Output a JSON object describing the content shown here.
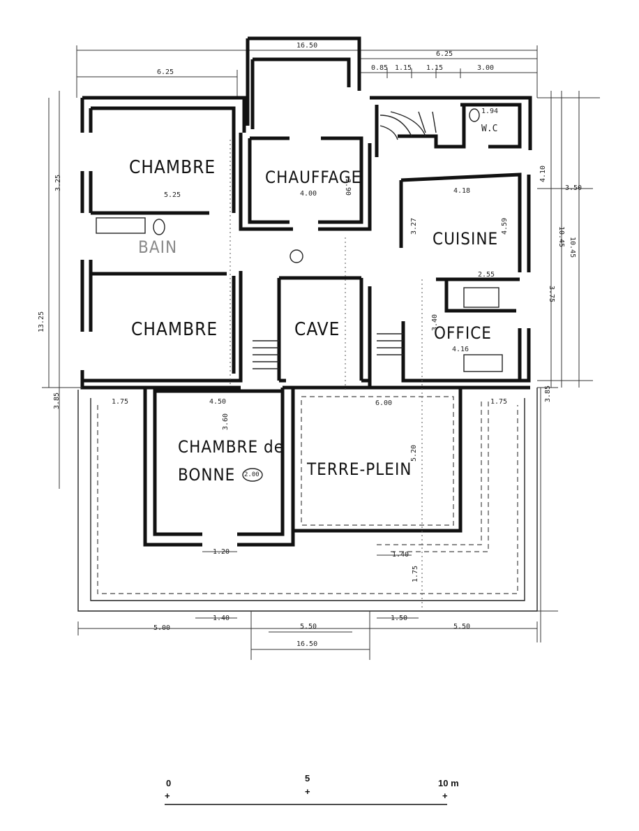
{
  "rooms": {
    "chambre_1": "CHAMBRE",
    "chauffage": "CHAUFFAGE",
    "bain": "BAIN",
    "chambre_2": "CHAMBRE",
    "cave": "CAVE",
    "cuisine": "CUISINE",
    "office": "OFFICE",
    "wc": "W.C",
    "chambre_bonne_line1": "CHAMBRE de",
    "chambre_bonne_line2": "BONNE",
    "terre_plein": "TERRE-PLEIN"
  },
  "dimensions": {
    "top_total": "16.50",
    "top_left": "6.25",
    "top_right": "6.25",
    "top_r1": "0.85",
    "top_r2": "1.15",
    "top_r3": "1.15",
    "top_r4": "3.00",
    "chambre1_width": "5.25",
    "chauffage_width": "4.00",
    "chauffage_depth": "2.90",
    "cuisine_width": "4.18",
    "cuisine_depth": "4.59",
    "cuisine_inner": "3.27",
    "wc_width": "1.94",
    "office_width": "4.16",
    "office_depth": "3.40",
    "office_top": "2.55",
    "bonne_width": "4.50",
    "bonne_depth": "3.60",
    "terre_width": "6.00",
    "terre_depth": "5.20",
    "left_margin": "1.75",
    "right_margin": "1.75",
    "right_dim_1": "4.10",
    "right_dim_2": "3.50",
    "right_dim_3": "10.45",
    "right_dim_4": "10.45",
    "right_dim_5": "3.75",
    "right_dim_6": "3.85",
    "left_dim_1": "3.25",
    "left_dim_2": "3.85",
    "left_dim_3": "13.25",
    "bottom_left": "5.00",
    "bottom_mid": "5.50",
    "bottom_right": "5.50",
    "bottom_total": "16.50",
    "bottom_window_1": "1.20",
    "bottom_window_2": "1.40",
    "bottom_gap": "1.75",
    "bottom_w1": "1.40",
    "bottom_w2": "1.50",
    "bonne_stamp": "2.00"
  },
  "scale": {
    "label_0": "0",
    "label_5": "5",
    "label_10": "10 m",
    "tick": "+"
  }
}
